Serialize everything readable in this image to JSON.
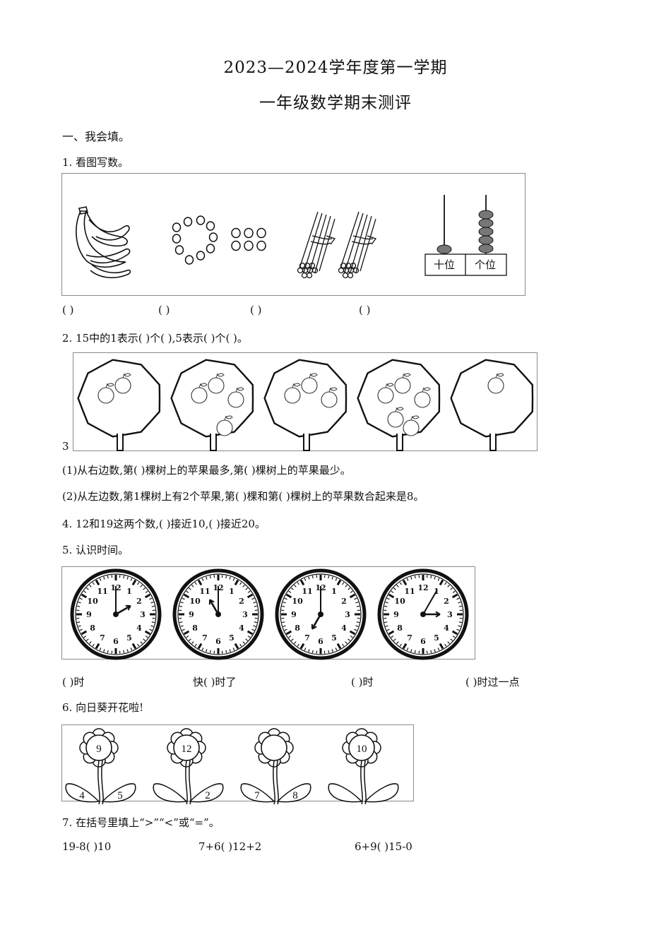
{
  "header": {
    "title": "2023—2024学年度第一学期",
    "subtitle": "一年级数学期末测评"
  },
  "section1": {
    "heading": "一、我会填。"
  },
  "q1": {
    "label": "1. 看图写数。",
    "abacus_tens": "十位",
    "abacus_ones": "个位",
    "answers": [
      "(          )",
      "(          )",
      "(          )",
      "(          )"
    ]
  },
  "q2": {
    "text": "2.  15中的1表示(            )个(            ),5表示(            )个(            )。"
  },
  "q3": {
    "number": "3",
    "apple_counts": [
      2,
      4,
      3,
      5,
      1
    ],
    "line1": "(1)从右边数,第(            )棵树上的苹果最多,第(            )棵树上的苹果最少。",
    "line2": "(2)从左边数,第1棵树上有2个苹果,第(            )棵和第(            )棵树上的苹果数合起来是8。"
  },
  "q4": {
    "text": "4.  12和19这两个数,(          )接近10,(          )接近20。"
  },
  "q5": {
    "label": "5. 认识时间。",
    "clock_numbers": [
      "12",
      "1",
      "2",
      "3",
      "4",
      "5",
      "6",
      "7",
      "8",
      "9",
      "10",
      "11"
    ],
    "answers": [
      "(            )时",
      "快(            )时了",
      "(            )时",
      "(            )时过一点"
    ]
  },
  "q6": {
    "label": "6. 向日葵开花啦!",
    "flowers": [
      {
        "center": "9",
        "left": "4",
        "right": "5"
      },
      {
        "center": "12",
        "left": "",
        "right": "2"
      },
      {
        "center": "",
        "left": "7",
        "right": "8"
      },
      {
        "center": "10",
        "left": "",
        "right": ""
      }
    ]
  },
  "q7": {
    "label": "7. 在括号里填上“>”“<”或“=”。",
    "items": [
      "19-8(          )10",
      "7+6(          )12+2",
      "6+9(          )15-0"
    ]
  }
}
